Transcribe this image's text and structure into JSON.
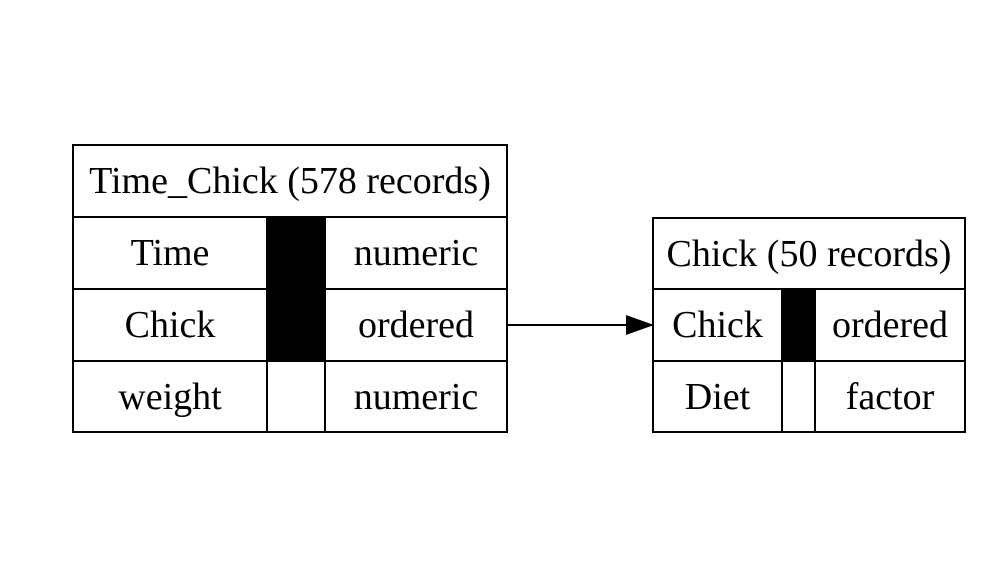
{
  "diagram": {
    "colors": {
      "background": "#ffffff",
      "line_color": "#000000",
      "text_color": "#000000",
      "key_fill": "#000000"
    },
    "tables": [
      {
        "title": "Time_Chick (578 records)",
        "rows": [
          {
            "field": "Time",
            "type": "numeric",
            "key": true
          },
          {
            "field": "Chick",
            "type": "ordered",
            "key": true
          },
          {
            "field": "weight",
            "type": "numeric",
            "key": false
          }
        ]
      },
      {
        "title": "Chick (50 records)",
        "rows": [
          {
            "field": "Chick",
            "type": "ordered",
            "key": true
          },
          {
            "field": "Diet",
            "type": "factor",
            "key": false
          }
        ]
      }
    ],
    "relation": {
      "from_table": "Time_Chick",
      "from_field": "Chick",
      "to_table": "Chick",
      "to_field": "Chick"
    }
  }
}
